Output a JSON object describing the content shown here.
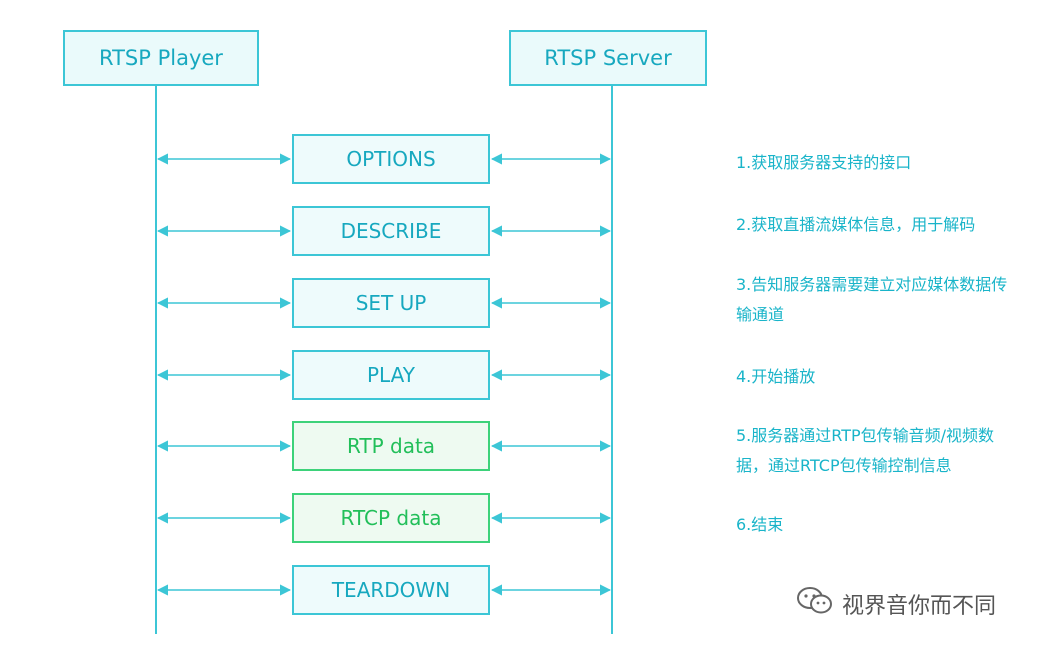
{
  "actors": {
    "player": "RTSP Player",
    "server": "RTSP Server"
  },
  "messages": [
    {
      "label": "OPTIONS",
      "highlight": false
    },
    {
      "label": "DESCRIBE",
      "highlight": false
    },
    {
      "label": "SET UP",
      "highlight": false
    },
    {
      "label": "PLAY",
      "highlight": false
    },
    {
      "label": "RTP data",
      "highlight": true
    },
    {
      "label": "RTCP data",
      "highlight": true
    },
    {
      "label": "TEARDOWN",
      "highlight": false
    }
  ],
  "notes": [
    "1.获取服务器支持的接口",
    "2.获取直播流媒体信息，用于解码",
    "3.告知服务器需要建立对应媒体数据传输通道",
    "4.开始播放",
    "5.服务器通过RTP包传输音频/视频数据，通过RTCP包传输控制信息",
    "6.结束"
  ],
  "watermark": {
    "icon": "wechat-icon",
    "text": "视界音你而不同"
  },
  "colors": {
    "cyan": "#3cc6d6",
    "cyan_text": "#17a8bf",
    "green": "#3dd27a",
    "green_text": "#22bf5a"
  }
}
